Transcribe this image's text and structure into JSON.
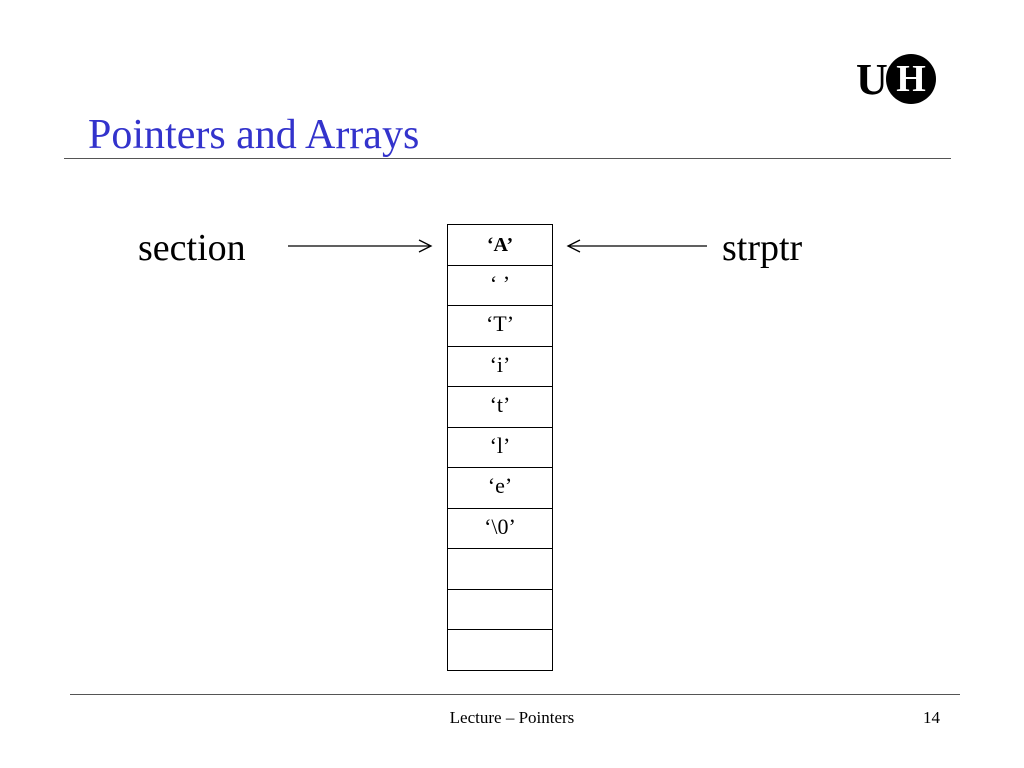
{
  "slide": {
    "title": "Pointers and Arrays",
    "logo_text": {
      "u": "U",
      "h": "H"
    },
    "title_color": "#3333cc"
  },
  "diagram": {
    "left_label": "section",
    "right_label": "strptr",
    "cells": [
      "‘A’",
      "‘ ’",
      "‘T’",
      "‘i’",
      "‘t’",
      "‘l’",
      "‘e’",
      "‘\\0’",
      "",
      "",
      ""
    ]
  },
  "footer": {
    "center_text": "Lecture  – Pointers",
    "page_number": "14"
  }
}
